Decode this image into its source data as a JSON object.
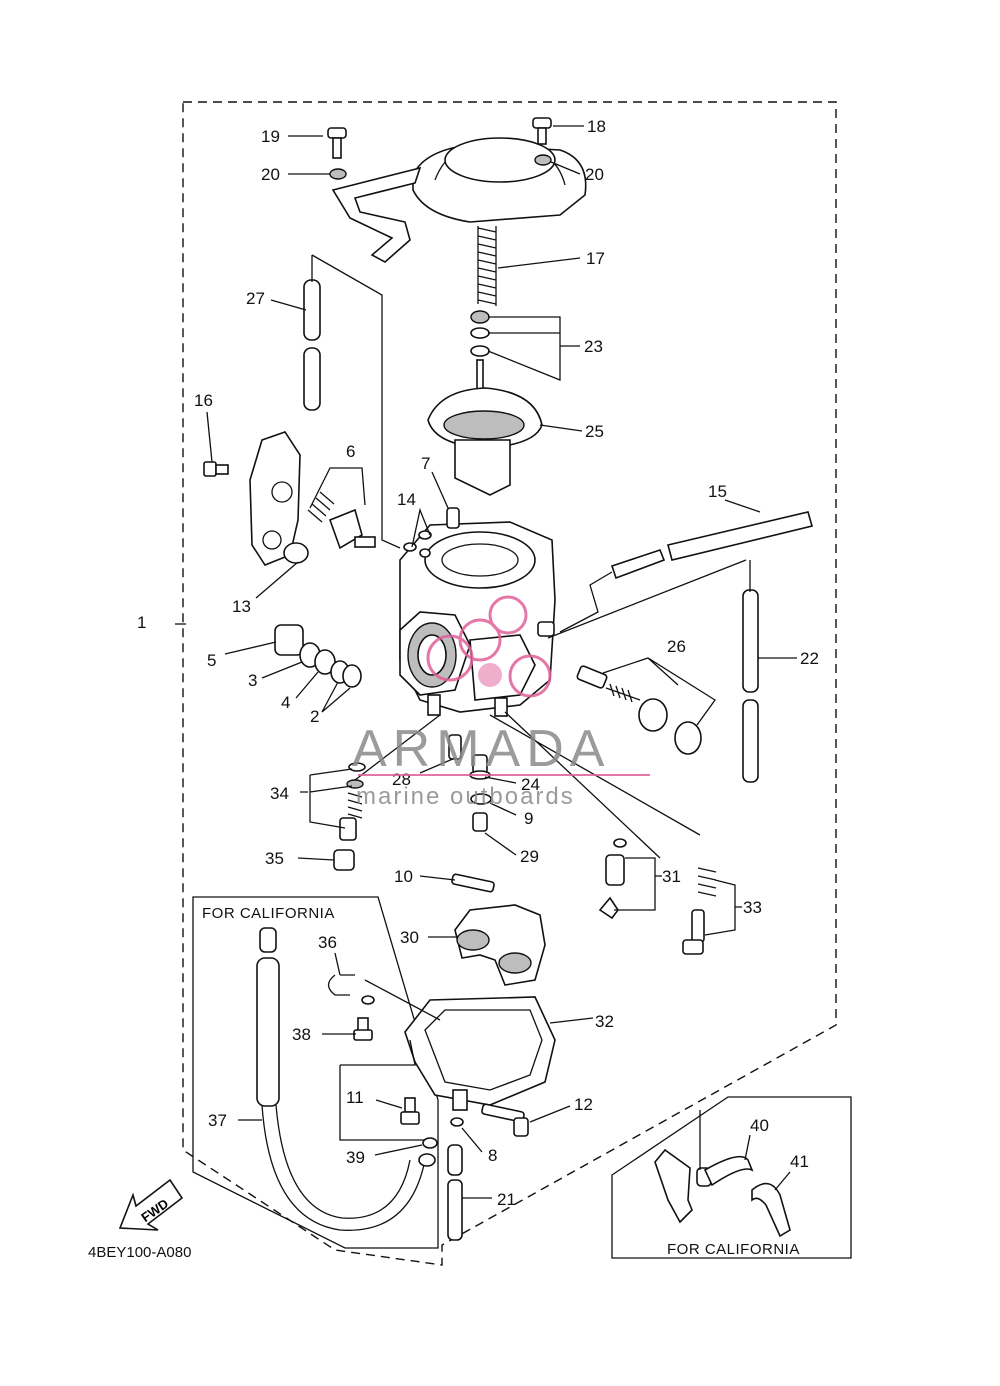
{
  "diagram": {
    "code": "4BEY100-A080",
    "fwd_label": "FWD",
    "california_label_left": "FOR CALIFORNIA",
    "california_label_right": "FOR CALIFORNIA",
    "part_numbers": [
      "1",
      "2",
      "3",
      "4",
      "5",
      "6",
      "7",
      "8",
      "9",
      "10",
      "11",
      "12",
      "13",
      "14",
      "15",
      "16",
      "17",
      "18",
      "19",
      "20",
      "20",
      "21",
      "22",
      "23",
      "24",
      "25",
      "26",
      "27",
      "28",
      "29",
      "30",
      "31",
      "32",
      "33",
      "34",
      "35",
      "36",
      "37",
      "38",
      "39",
      "40",
      "41"
    ]
  },
  "watermark": {
    "brand": "ARMADA",
    "tagline": "marine outboards",
    "accent_color": "#e0609a",
    "text_color": "#8a8a8a"
  }
}
